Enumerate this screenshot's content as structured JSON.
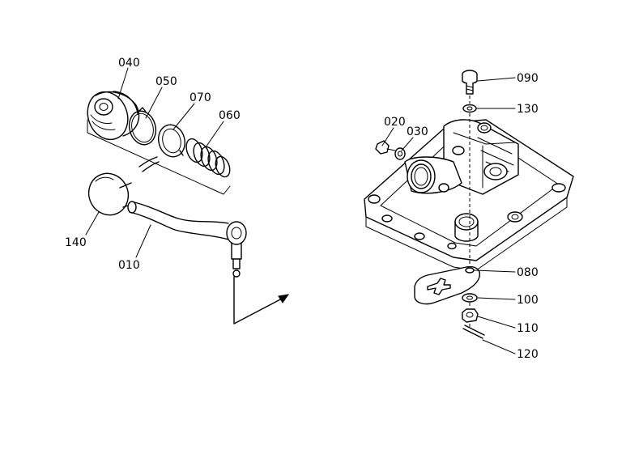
{
  "labels": {
    "p010": "010",
    "p020": "020",
    "p030": "030",
    "p040": "040",
    "p050": "050",
    "p060": "060",
    "p070": "070",
    "p080": "080",
    "p090": "090",
    "p100": "100",
    "p110": "110",
    "p120": "120",
    "p130": "130",
    "p140": "140"
  }
}
